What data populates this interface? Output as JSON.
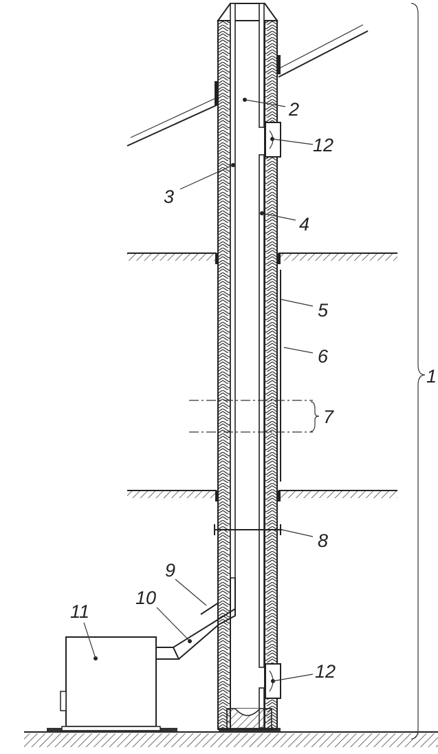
{
  "figure": {
    "labels": {
      "chimney_system": "1",
      "flue": "2",
      "liner_left": "3",
      "liner_right": "4",
      "outer_wall": "5",
      "cladding": "6",
      "section_joint": "7",
      "bracket": "8",
      "connector_collar": "9",
      "connector_pipe": "10",
      "boiler": "11",
      "inspection_door_top": "12",
      "inspection_door_bottom": "12"
    }
  }
}
